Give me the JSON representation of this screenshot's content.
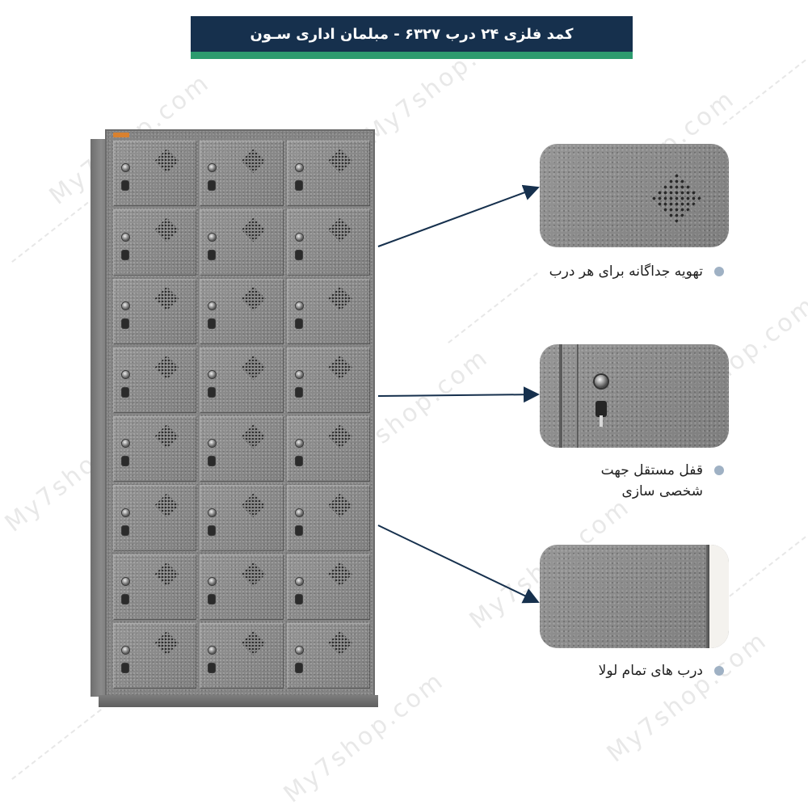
{
  "banner": {
    "title": "کمد فلزی ۲۴ درب ۶۳۲۷ - مبلمان اداری سـون",
    "bg_color": "#16304d",
    "stripe_color": "#2d9b6f"
  },
  "watermark": {
    "text": "My7shop.com"
  },
  "cabinet": {
    "columns": 3,
    "rows": 8,
    "door_count": 24,
    "color": "#8c8c8c"
  },
  "features": [
    {
      "label": "تهویه جداگانه برای هر درب",
      "image": "vent-closeup"
    },
    {
      "label": "قفل مستقل جهت شخصی سازی",
      "image": "lock-closeup"
    },
    {
      "label": "درب های تمام لولا",
      "image": "hinge-closeup"
    }
  ],
  "colors": {
    "bullet": "#9fb1c4",
    "arrow": "#16304d"
  }
}
